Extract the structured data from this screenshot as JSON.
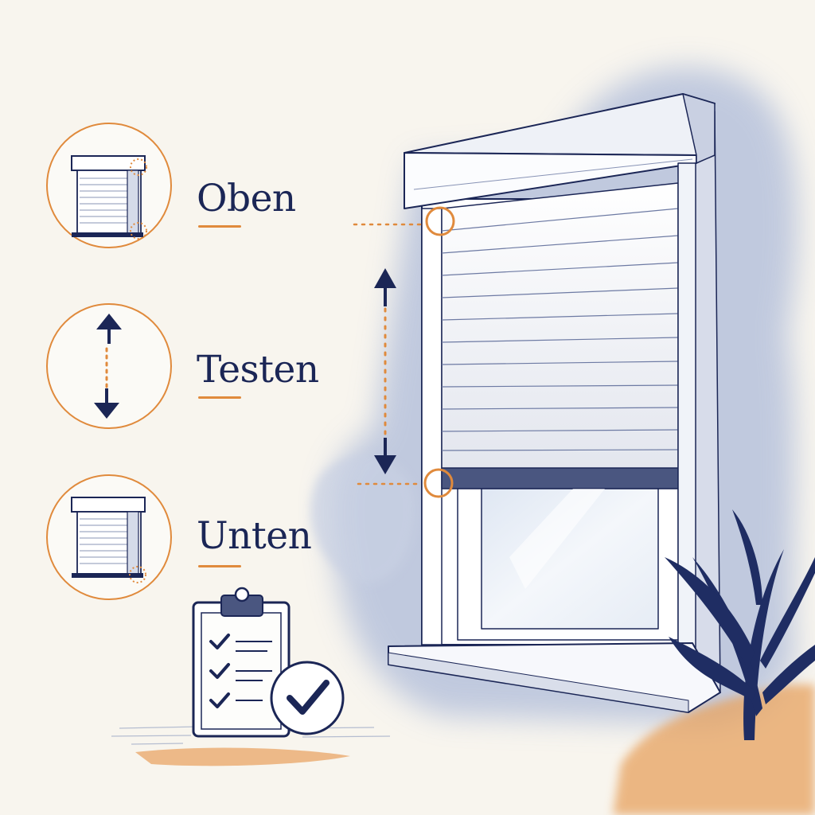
{
  "steps": [
    {
      "id": "oben",
      "label": "Oben",
      "icon": "window-shutter-top-marker-icon"
    },
    {
      "id": "testen",
      "label": "Testen",
      "icon": "up-down-arrows-icon"
    },
    {
      "id": "unten",
      "label": "Unten",
      "icon": "window-shutter-bottom-marker-icon"
    }
  ],
  "checklist": {
    "items": 3,
    "icon": "clipboard-checklist-icon",
    "badge": "check-badge-icon"
  },
  "colors": {
    "navy": "#1b2656",
    "orange": "#e08a3c",
    "watercolor_blue": "#9fb0d4",
    "background": "#f8f5ee"
  }
}
